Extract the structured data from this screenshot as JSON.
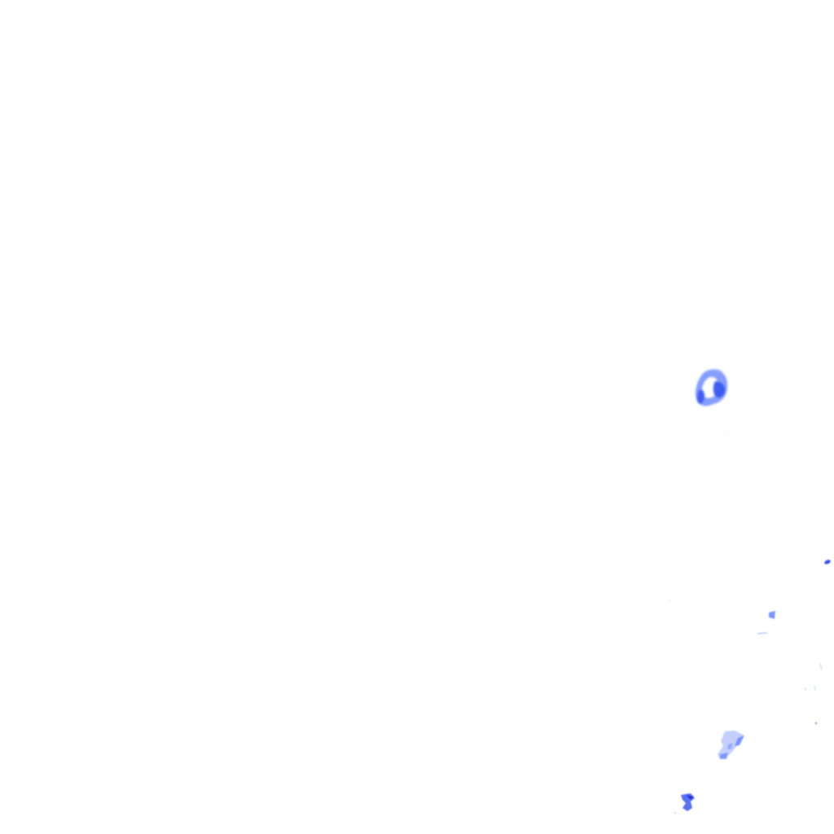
{
  "map": {
    "background_color": "#ffffff",
    "layer": "precipitation-radar-tile",
    "palette": {
      "light": "#b8c8ff",
      "medium": "#6f8cff",
      "strong": "#3a57f2",
      "intense": "#1f2fd6"
    },
    "echo_count": 8,
    "echo_intensity_levels": [
      "light",
      "medium",
      "strong",
      "intense"
    ]
  }
}
